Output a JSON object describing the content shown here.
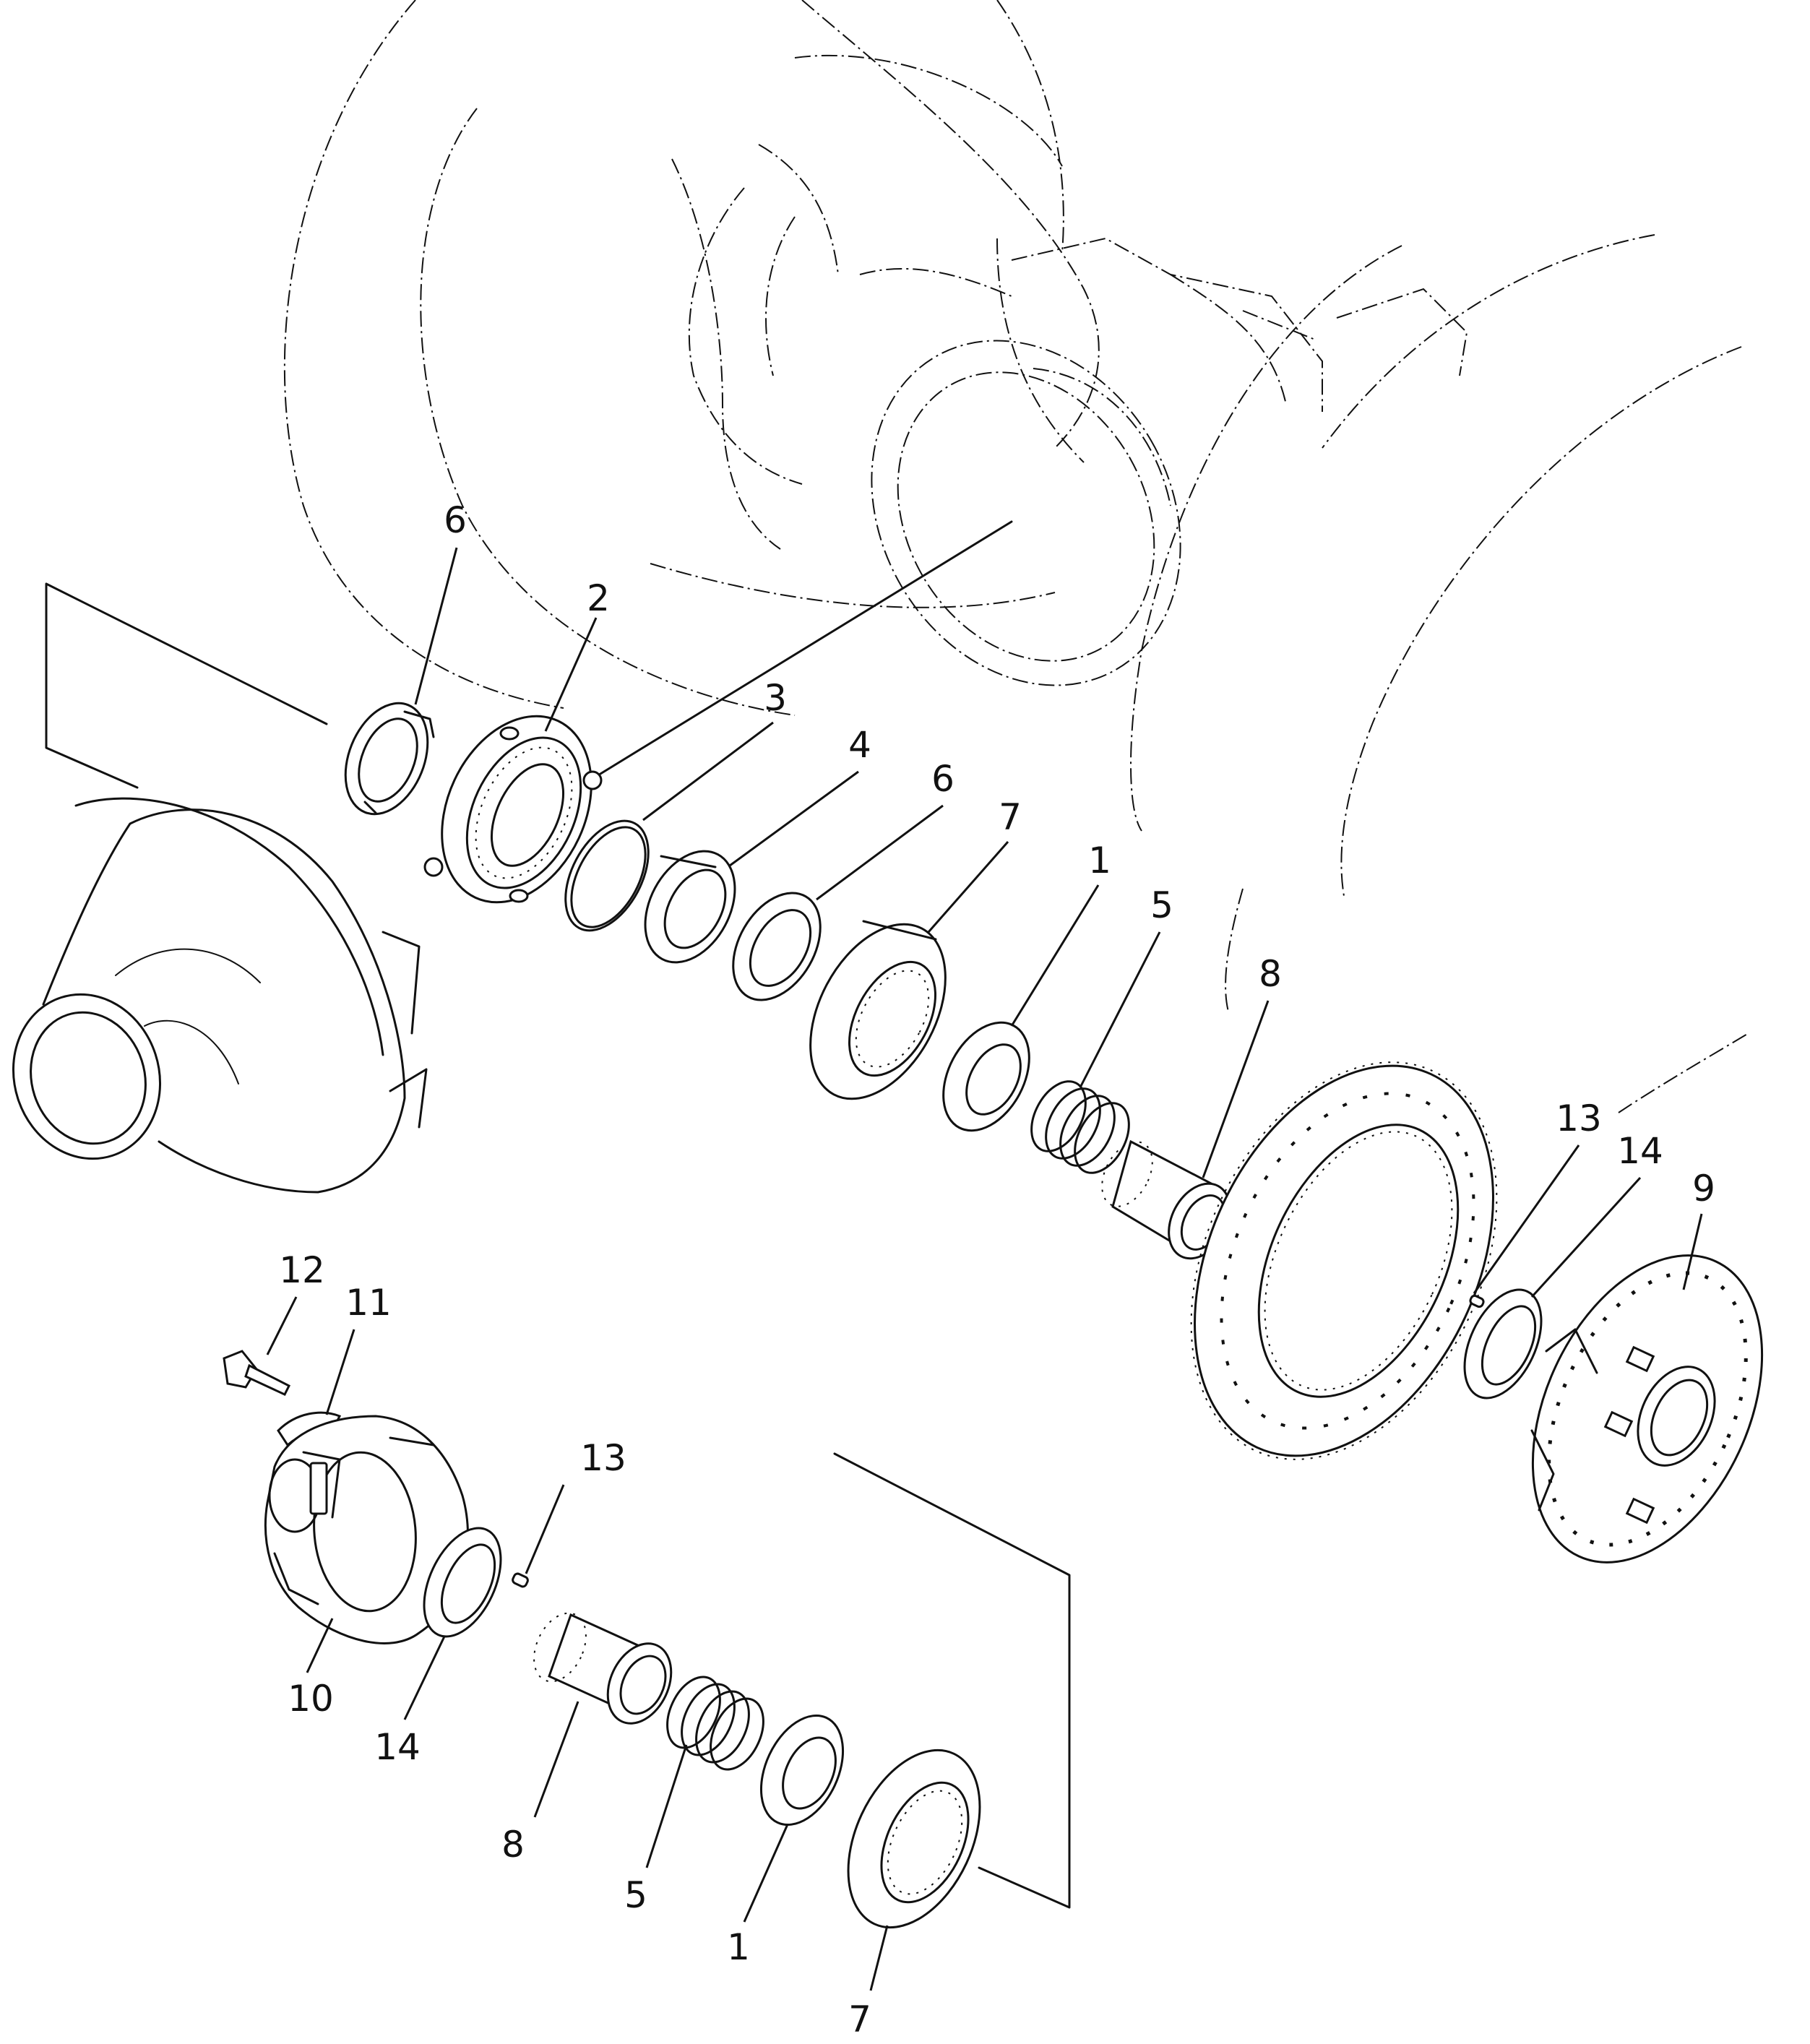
{
  "diagram": {
    "labels": {
      "l1a": "1",
      "l1b": "1",
      "l2": "2",
      "l3": "3",
      "l4": "4",
      "l5a": "5",
      "l5b": "5",
      "l6a": "6",
      "l6b": "6",
      "l7a": "7",
      "l7b": "7",
      "l8a": "8",
      "l8b": "8",
      "l9": "9",
      "l10": "10",
      "l11": "11",
      "l12": "12",
      "l13a": "13",
      "l13b": "13",
      "l14a": "14",
      "l14b": "14"
    }
  }
}
